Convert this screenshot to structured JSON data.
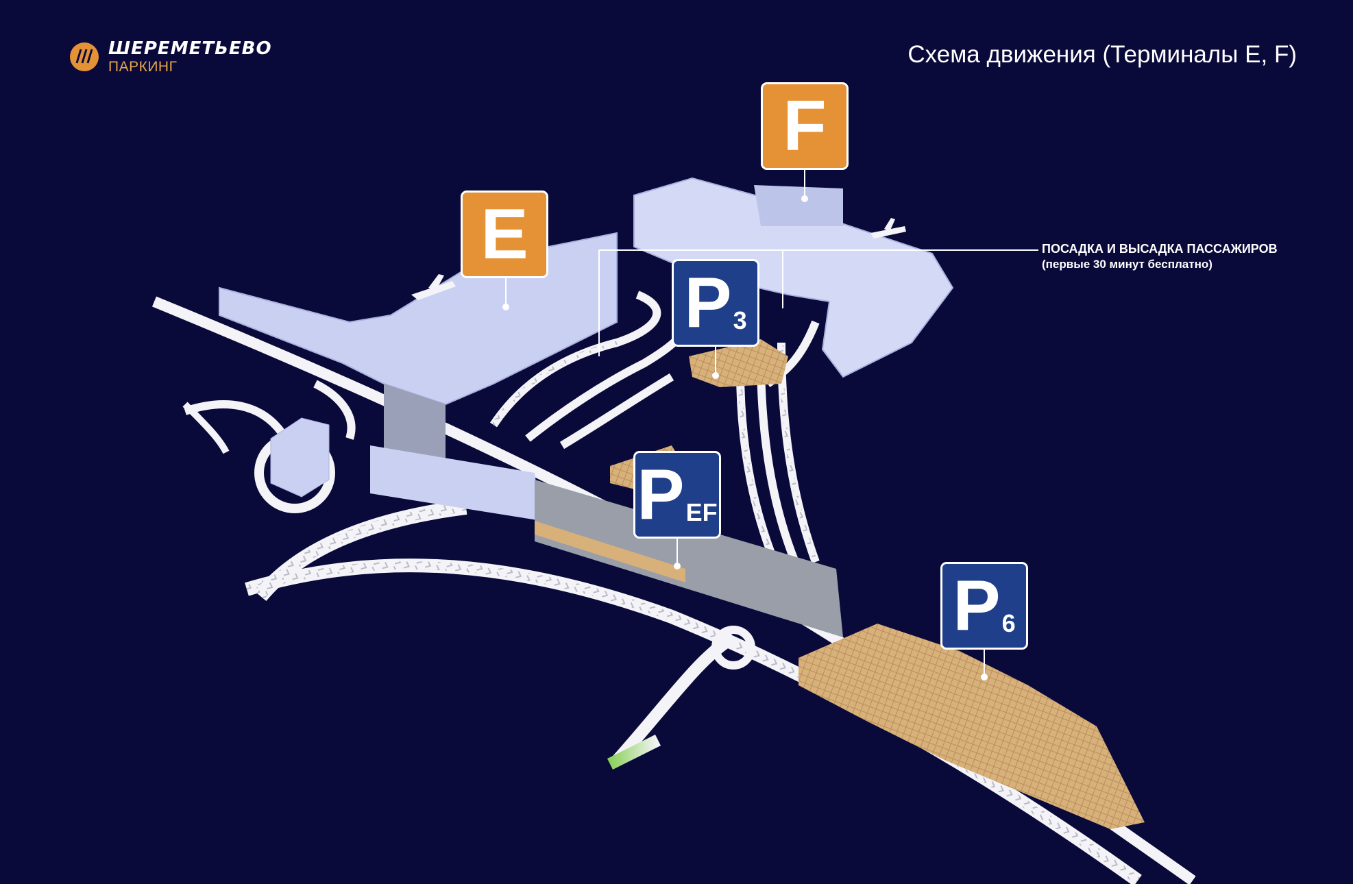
{
  "header": {
    "logo_brand": "ШЕРЕМЕТЬЕВО",
    "logo_sub": "ПАРКИНГ",
    "title": "Схема движения (Терминалы E, F)"
  },
  "terminals": [
    {
      "id": "E",
      "label": "E"
    },
    {
      "id": "F",
      "label": "F"
    }
  ],
  "parkings": [
    {
      "id": "P3",
      "letter": "P",
      "sub": "3"
    },
    {
      "id": "PEF",
      "letter": "P",
      "sub": "EF"
    },
    {
      "id": "P6",
      "letter": "P",
      "sub": "6"
    }
  ],
  "dropoff": {
    "line1": "ПОСАДКА И ВЫСАДКА ПАССАЖИРОВ",
    "line2": "(первые 30 минут бесплатно)"
  },
  "colors": {
    "background": "#0a0a3a",
    "terminal_sign": "#e59236",
    "parking_sign": "#1f3f8a",
    "building": "#c9d0f2",
    "parking_lot": "#d8b07a",
    "road": "#f4f4f8",
    "entry_arrow": "#8bd15a"
  }
}
